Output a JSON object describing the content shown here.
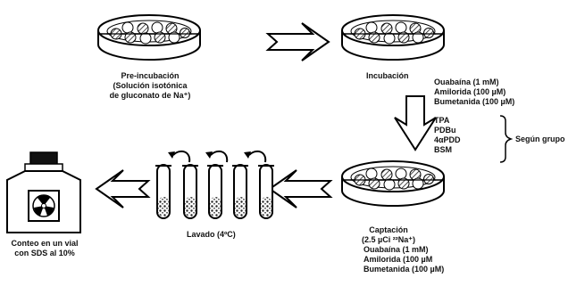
{
  "stages": {
    "preincubation": {
      "lines": [
        "Pre-incubación",
        "(Solución isotónica",
        "de gluconato de Na⁺)"
      ]
    },
    "incubation": {
      "title": "Incubación",
      "inhibitors": [
        "Ouabaína (1 mM)",
        "Amilorida (100 µM)",
        "Bumetanida (100 µM)"
      ],
      "group_agents": [
        "TPA",
        "PDBu",
        "4αPDD",
        "BSM"
      ],
      "group_label": "Según grupo"
    },
    "uptake": {
      "title": "Captación",
      "tracer": "(2.5 µCi ²²Na⁺)",
      "inhibitors": [
        "Ouabaína (1 mM)",
        "Amilorida (100 µM",
        "Bumetanida (100 µM)"
      ]
    },
    "wash": {
      "label": "Lavado (4ºC)"
    },
    "count": {
      "lines": [
        "Conteo en un vial",
        "con SDS al 10%"
      ]
    }
  }
}
